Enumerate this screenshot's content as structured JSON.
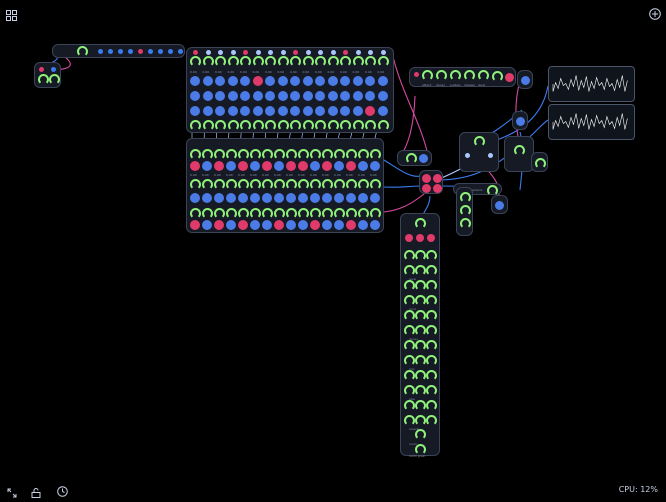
{
  "app": {
    "status": {
      "cpu_label": "CPU: 12%"
    },
    "toolbar": {
      "top_left_icon": "grid-icon",
      "top_right_icon": "add-icon",
      "bottom_icons": [
        "expand-icon",
        "lock-icon",
        "clock-icon"
      ]
    },
    "colors": {
      "background": "#000000",
      "module_bg": "#151a25",
      "module_border": "#3a4456",
      "knob": "#8ff07a",
      "button_blue": "#4a7be6",
      "button_red": "#e03a6b",
      "cable_blue": "#3b7df0",
      "cable_pink": "#d44aa0",
      "cable_light": "#a9c6ff"
    },
    "modules": {
      "sequencer_a_row_labels": [
        "0.00",
        "0.00",
        "0.00",
        "0.00",
        "0.00",
        "0.00",
        "0.00",
        "0.00",
        "0.00",
        "0.00",
        "0.00",
        "0.00",
        "0.00",
        "0.00",
        "0.00",
        "0.00"
      ],
      "sequencer_b_row_labels": [
        "0.00",
        "0.00",
        "0.00",
        "0.00",
        "0.00",
        "0.00",
        "0.00",
        "0.00",
        "0.00",
        "0.00",
        "0.00",
        "0.00",
        "0.00",
        "0.00",
        "0.00",
        "0.00"
      ],
      "synth_labels": [
        "attack",
        "decay",
        "sustain",
        "release",
        "level"
      ],
      "effect_labels": [
        "level",
        "mod",
        "decay",
        "mix",
        "size",
        "reverb",
        "room",
        "room grain"
      ],
      "mid_labels": [
        "saw",
        "square",
        "mix"
      ]
    }
  }
}
